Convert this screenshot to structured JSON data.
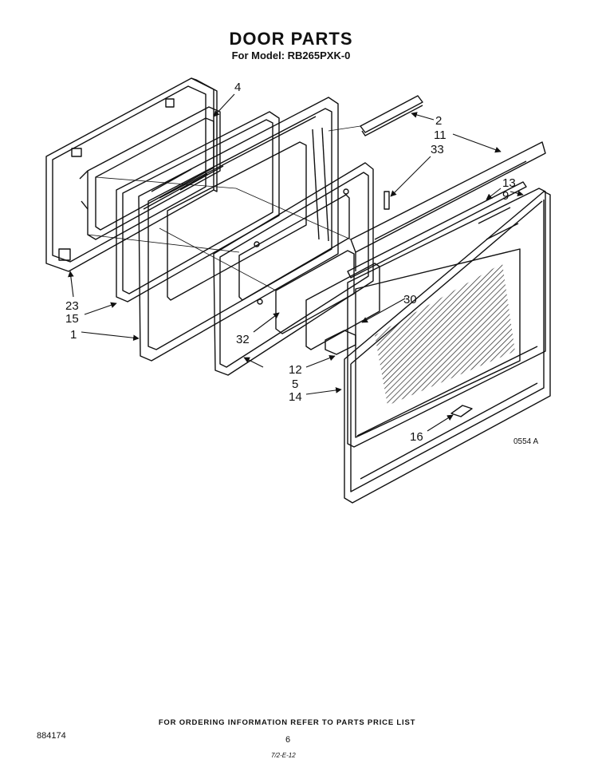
{
  "header": {
    "title": "DOOR PARTS",
    "model_line": "For Model: RB265PXK-0"
  },
  "callouts": {
    "c1": "1",
    "c2": "2",
    "c4": "4",
    "c5": "5",
    "c9": "9",
    "c11": "11",
    "c12": "12",
    "c13": "13",
    "c14": "14",
    "c15": "15",
    "c16": "16",
    "c23": "23",
    "c30": "30",
    "c32": "32",
    "c33": "33"
  },
  "drawing_code": "0554 A",
  "footer": {
    "ordering_note": "FOR ORDERING INFORMATION REFER TO PARTS PRICE LIST",
    "doc_number": "884174",
    "page_number": "6",
    "date_code": "7/2-E-12"
  }
}
